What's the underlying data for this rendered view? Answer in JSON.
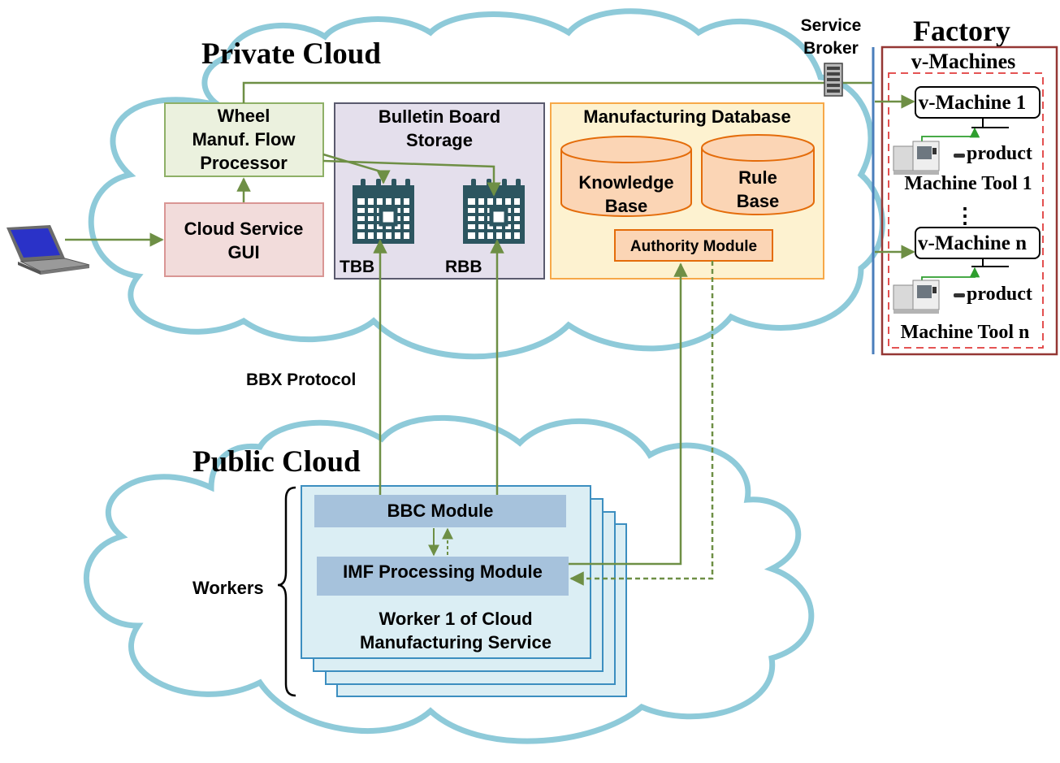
{
  "clouds": {
    "private_title": "Private Cloud",
    "public_title": "Public Cloud"
  },
  "service_broker": {
    "line1": "Service",
    "line2": "Broker"
  },
  "wheel_processor": {
    "line1": "Wheel",
    "line2": "Manuf. Flow",
    "line3": "Processor"
  },
  "cloud_service_gui": {
    "line1": "Cloud Service",
    "line2": "GUI"
  },
  "bulletin_board": {
    "line1": "Bulletin Board",
    "line2": "Storage",
    "tbb": "TBB",
    "rbb": "RBB"
  },
  "manufacturing_db": {
    "title": "Manufacturing Database",
    "knowledge_line1": "Knowledge",
    "knowledge_line2": "Base",
    "rule_line1": "Rule",
    "rule_line2": "Base",
    "authority": "Authority Module"
  },
  "bbx_protocol": "BBX Protocol",
  "worker": {
    "bbc_module": "BBC Module",
    "imf_module": "IMF Processing Module",
    "line1": "Worker 1 of Cloud",
    "line2": "Manufacturing Service",
    "workers_label": "Workers"
  },
  "factory": {
    "title": "Factory",
    "v_machines": "v-Machines",
    "vm1": "v-Machine 1",
    "vmn": "v-Machine n",
    "product1": "product",
    "productn": "product",
    "tool1": "Machine Tool 1",
    "tooln": "Machine Tool n",
    "ellipsis": "⋮"
  },
  "colors": {
    "cloud_outline": "#8ecad9",
    "arrow_green": "#6e8f45",
    "bright_green": "#2e9e2e",
    "calendar": "#2c5560",
    "wheel_fill": "#ebf1de",
    "wheel_stroke": "#8eb067",
    "gui_fill": "#f2dcdb",
    "gui_stroke": "#d99694",
    "bbs_fill": "#e4dfec",
    "bbs_stroke": "#5a5a6e",
    "db_fill": "#fdf2d0",
    "db_stroke": "#f7a848",
    "cyl_fill": "#fbd5b5",
    "cyl_stroke": "#e46c0a",
    "worker_fill": "#dbeef4",
    "worker_stroke": "#3c8ec0",
    "module_fill": "#a6c2dc",
    "factory_border": "#953734",
    "factory_dash": "#e03c3c",
    "bus_line": "#4a7ebb"
  }
}
